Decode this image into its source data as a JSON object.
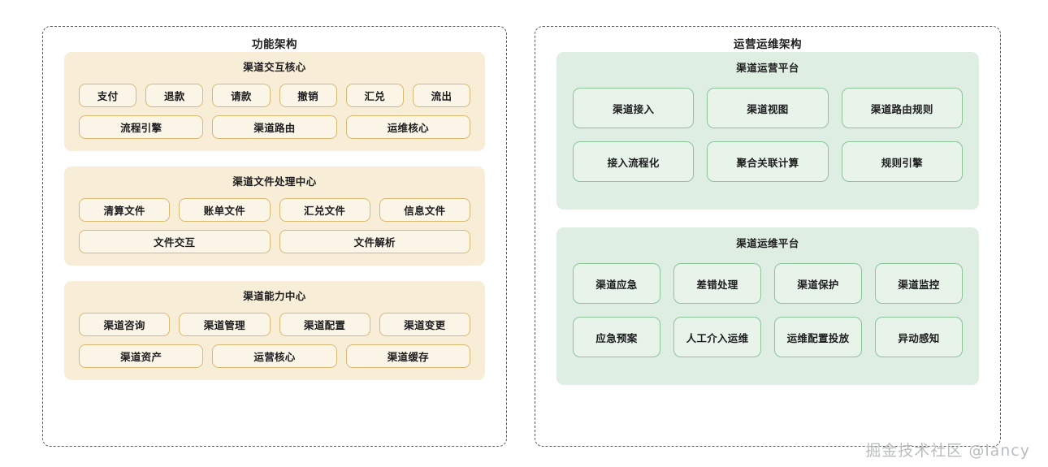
{
  "watermark": "掘金技术社区 @lancy",
  "colors": {
    "cream_group_bg": "#f8eed8",
    "cream_chip_bg": "#fbf5e8",
    "cream_chip_border": "#d9b870",
    "green_group_bg": "#dfeee2",
    "green_chip_bg": "#e8f4ea",
    "green_chip_border": "#8cc49a",
    "panel_border": "#555a60",
    "text": "#1d1d1f"
  },
  "panels": [
    {
      "id": "function-architecture",
      "title": "功能架构",
      "theme": "cream",
      "groups": [
        {
          "id": "channel-interaction-core",
          "title": "渠道交互核心",
          "rows": [
            [
              "支付",
              "退款",
              "请款",
              "撤销",
              "汇兑",
              "流出"
            ],
            [
              "流程引擎",
              "渠道路由",
              "运维核心"
            ]
          ]
        },
        {
          "id": "channel-file-processing-center",
          "title": "渠道文件处理中心",
          "rows": [
            [
              "清算文件",
              "账单文件",
              "汇兑文件",
              "信息文件"
            ],
            [
              "文件交互",
              "文件解析"
            ]
          ]
        },
        {
          "id": "channel-capability-center",
          "title": "渠道能力中心",
          "rows": [
            [
              "渠道咨询",
              "渠道管理",
              "渠道配置",
              "渠道变更"
            ],
            [
              "渠道资产",
              "运营核心",
              "渠道缓存"
            ]
          ]
        }
      ]
    },
    {
      "id": "operations-maintenance-architecture",
      "title": "运营运维架构",
      "theme": "green",
      "groups": [
        {
          "id": "channel-operations-platform",
          "title": "渠道运营平台",
          "rows": [
            [
              "渠道接入",
              "渠道视图",
              "渠道路由规则"
            ],
            [
              "接入流程化",
              "聚合关联计算",
              "规则引擎"
            ]
          ]
        },
        {
          "id": "channel-maintenance-platform",
          "title": "渠道运维平台",
          "rows": [
            [
              "渠道应急",
              "差错处理",
              "渠道保护",
              "渠道监控"
            ],
            [
              "应急预案",
              "人工介入运维",
              "运维配置投放",
              "异动感知"
            ]
          ]
        }
      ]
    }
  ]
}
